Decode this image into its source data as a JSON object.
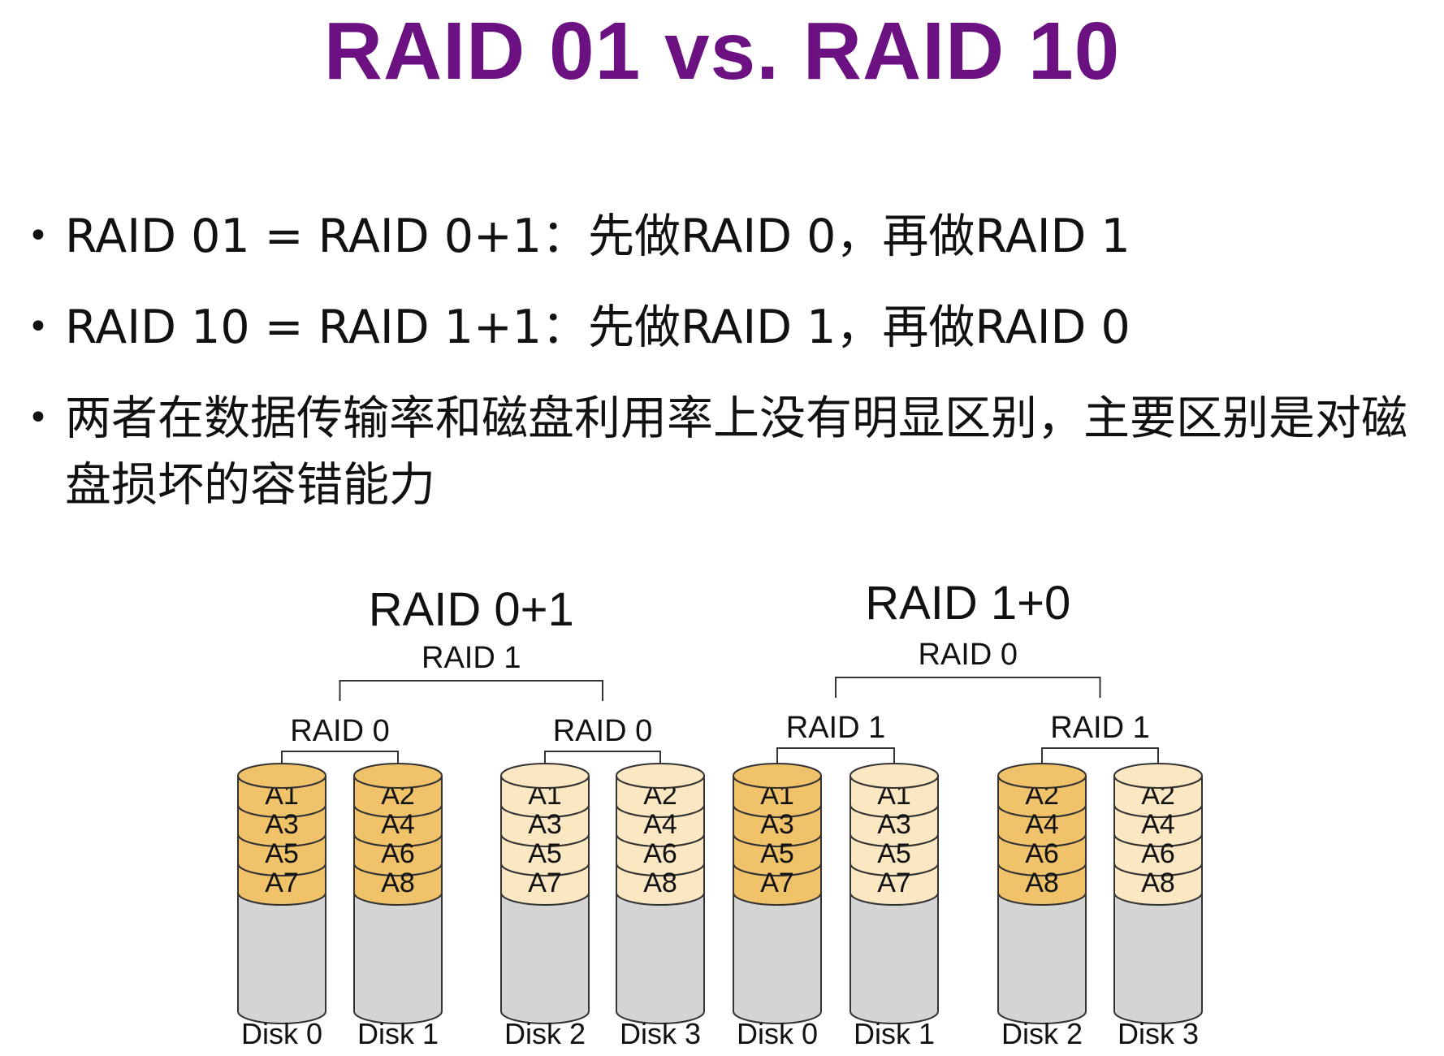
{
  "title": "RAID 01 vs. RAID 10",
  "colors": {
    "title": "#6b1182",
    "disk_body": "#d4d4d4",
    "stripe_primary": "#f0c36a",
    "stripe_mirror": "#fbe8c3",
    "outline": "#333333"
  },
  "bullets": [
    "RAID 01 = RAID 0+1：先做RAID 0，再做RAID 1",
    "RAID 10 = RAID 1+1：先做RAID 1，再做RAID 0",
    "两者在数据传输率和磁盘利用率上没有明显区别，主要区别是对磁盘损坏的容错能力"
  ],
  "diagrams": [
    {
      "heading": "RAID 0+1",
      "top_label": "RAID 1",
      "groups": [
        {
          "label": "RAID 0",
          "disks": [
            {
              "name": "Disk 0",
              "blocks": [
                "A1",
                "A3",
                "A5",
                "A7"
              ],
              "shade": "primary"
            },
            {
              "name": "Disk 1",
              "blocks": [
                "A2",
                "A4",
                "A6",
                "A8"
              ],
              "shade": "primary"
            }
          ]
        },
        {
          "label": "RAID 0",
          "disks": [
            {
              "name": "Disk 2",
              "blocks": [
                "A1",
                "A3",
                "A5",
                "A7"
              ],
              "shade": "mirror"
            },
            {
              "name": "Disk 3",
              "blocks": [
                "A2",
                "A4",
                "A6",
                "A8"
              ],
              "shade": "mirror"
            }
          ]
        }
      ]
    },
    {
      "heading": "RAID 1+0",
      "top_label": "RAID 0",
      "groups": [
        {
          "label": "RAID 1",
          "disks": [
            {
              "name": "Disk 0",
              "blocks": [
                "A1",
                "A3",
                "A5",
                "A7"
              ],
              "shade": "primary"
            },
            {
              "name": "Disk 1",
              "blocks": [
                "A1",
                "A3",
                "A5",
                "A7"
              ],
              "shade": "mirror"
            }
          ]
        },
        {
          "label": "RAID 1",
          "disks": [
            {
              "name": "Disk 2",
              "blocks": [
                "A2",
                "A4",
                "A6",
                "A8"
              ],
              "shade": "primary"
            },
            {
              "name": "Disk 3",
              "blocks": [
                "A2",
                "A4",
                "A6",
                "A8"
              ],
              "shade": "mirror"
            }
          ]
        }
      ]
    }
  ]
}
